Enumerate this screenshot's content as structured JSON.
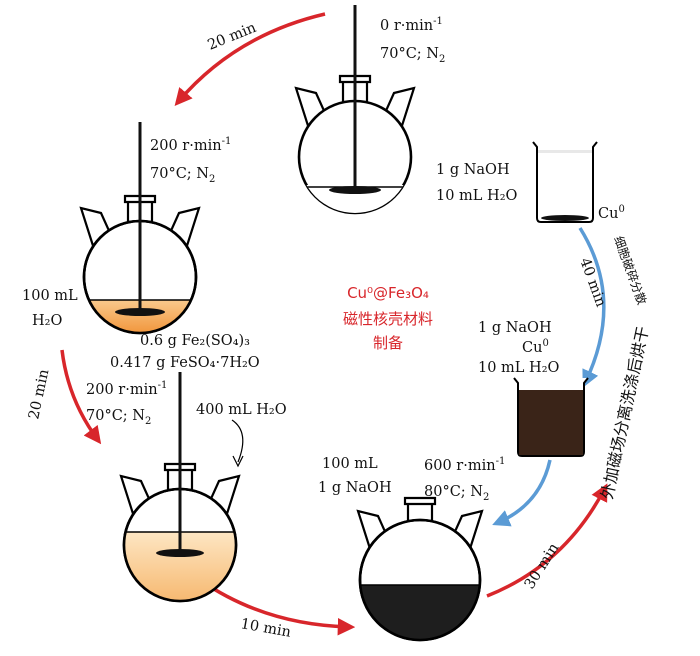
{
  "title_line1": "Cu⁰@Fe₃O₄",
  "title_line2": "磁性核壳材料",
  "title_line3": "制备",
  "colors": {
    "red_arrow": "#d8262b",
    "blue_arrow": "#5b9bd5",
    "orange_fluid": "#f3a14a",
    "dark_fluid": "#3a2418"
  },
  "flask_top": {
    "speed": "0 r·min",
    "speed_exp": "-1",
    "cond": "70°C; N",
    "cond_sub": "2"
  },
  "flask_left_top": {
    "speed": "200 r·min",
    "speed_exp": "-1",
    "cond": "70°C; N",
    "cond_sub": "2",
    "water": "100 mL",
    "water2": "H₂O",
    "reagent1": "0.6 g Fe₂(SO₄)₃",
    "reagent2": "0.417 g FeSO₄·7H₂O"
  },
  "flask_left_bottom": {
    "speed": "200 r·min",
    "speed_exp": "-1",
    "cond": "70°C; N",
    "cond_sub": "2",
    "water_add": "400 mL H₂O"
  },
  "flask_bottom": {
    "left1": "100 mL",
    "left2": "1 g NaOH",
    "speed": "600 r·min",
    "speed_exp": "-1",
    "cond": "80°C; N",
    "cond_sub": "2"
  },
  "beaker_top": {
    "l1": "1 g NaOH",
    "l2": "10 mL H₂O",
    "cu": "Cu",
    "cu_sup": "0"
  },
  "beaker_mid": {
    "l1": "1 g NaOH",
    "l2": "Cu",
    "l2_sup": "0",
    "l3": "10 mL H₂O"
  },
  "arrows": {
    "a1": "20 min",
    "a2": "20 min",
    "a3": "10 min",
    "a4": "30 min",
    "a5": "40 min",
    "a5_note": "细胞破碎分散",
    "a4_note": "外加磁场分离洗涤后烘干"
  }
}
